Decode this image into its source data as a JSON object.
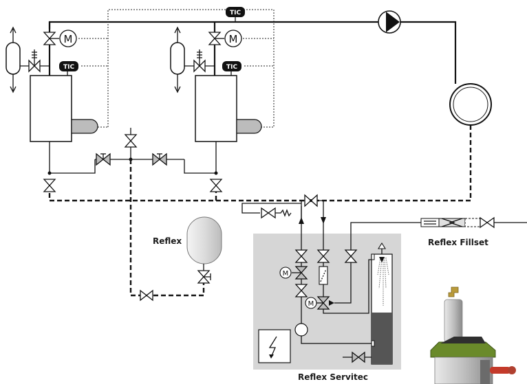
{
  "labels": {
    "tic": "TIC",
    "motor": "M",
    "reflex_vessel": "Reflex",
    "reflex_fillset": "Reflex Fillset",
    "reflex_servitec": "Reflex Servitec"
  },
  "colors": {
    "line": "#111111",
    "servitec_panel": "#d6d6d6",
    "vessel_fill": "#e6e6e6",
    "tic_badge": "#111111"
  }
}
